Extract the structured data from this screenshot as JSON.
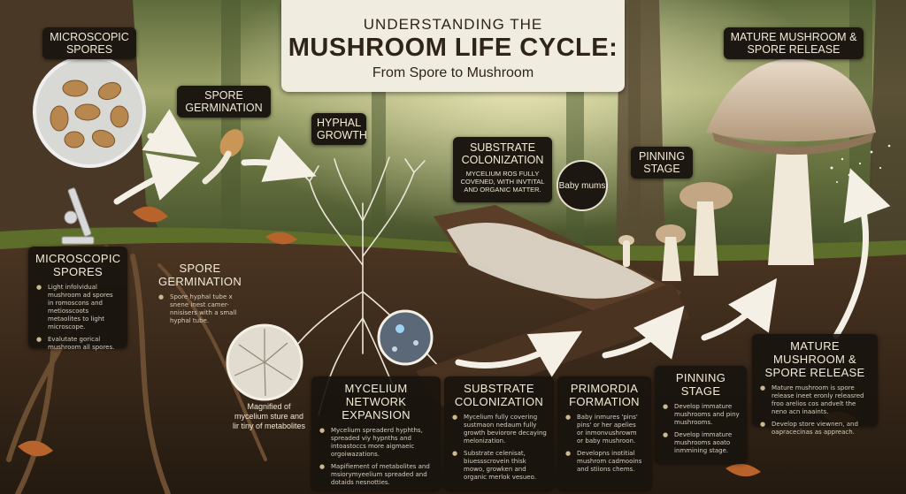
{
  "title": {
    "line1": "Understanding the",
    "line2": "Mushroom Life Cycle:",
    "line3": "From Spore to Mushroom"
  },
  "top_labels": {
    "microscopic_spores": "Microscopic Spores",
    "spore_germination": "Spore Germination",
    "hyphal_growth": "Hyphal Growth",
    "substrate_colonization": "Substrate Colonization",
    "pinning_stage": "Pinning Stage",
    "mature_mushroom": "Mature Mushroom & Spore Release",
    "baby_mums": "Baby mums"
  },
  "callouts": {
    "colonization_text": "Mycelium ros fully covened, with invtital and organic matter.",
    "magnified_caption": "Magnified of mycelium sture and lir tiny of metabolites"
  },
  "panels": [
    {
      "heading": "Microscopic Spores",
      "bullets": [
        "Light infolvidual mushroom ad spores in romoscons and metiosscoots metaolites to light microscope.",
        "Evalutate gorical mushroom all spores."
      ]
    },
    {
      "heading": "Spore Germination",
      "bullets": [
        "Spore hyphal tube x snene inest camer-nnisisers with a small hyphal tube."
      ]
    },
    {
      "heading": "Mycelium Network Expansion",
      "bullets": [
        "Mycelium spreaderd hyphths, spreaded viy hypnths and intoastoccs more aigmaeic orgoiwazations.",
        "Mapifiement of metabolites and msiorymyeelium spreaded and dotaids nesnotties."
      ]
    },
    {
      "heading": "Substrate Colonization",
      "bullets": [
        "Mycelium fully covering sustmaon nedaum fully growth beviorore decaying melonization.",
        "Substrate celenisat, biuessscrovein thisk mowo, growken and organic merlok vesueo."
      ]
    },
    {
      "heading": "Primordia Formation",
      "bullets": [
        "Baby inmures 'pins' pins' or her apelies or inmonvushrowm or baby mushroon.",
        "Developns inotitial mushrom cadmooins and stiions chems."
      ]
    },
    {
      "heading": "Pinning Stage",
      "bullets": [
        "Develop immature mushrooms and piny mushrooms.",
        "Develop immature mushrooms aoato inmmining stage."
      ]
    },
    {
      "heading": "Mature Mushroom & Spore Release",
      "bullets": [
        "Mature mushroom is spore release ineet eronly releasred froo arelios cos andvelt the neno acn inaaints.",
        "Develop store viewnen, and oapracecinas as appreach."
      ]
    }
  ],
  "colors": {
    "forest_top": "#6f7a45",
    "forest_light": "#c9c98a",
    "soil": "#3a2a1b",
    "label_bg": "#1c1711",
    "title_bg": "#f1ece0",
    "mycelium": "#efe9dc",
    "cap": "#cdb89a"
  }
}
